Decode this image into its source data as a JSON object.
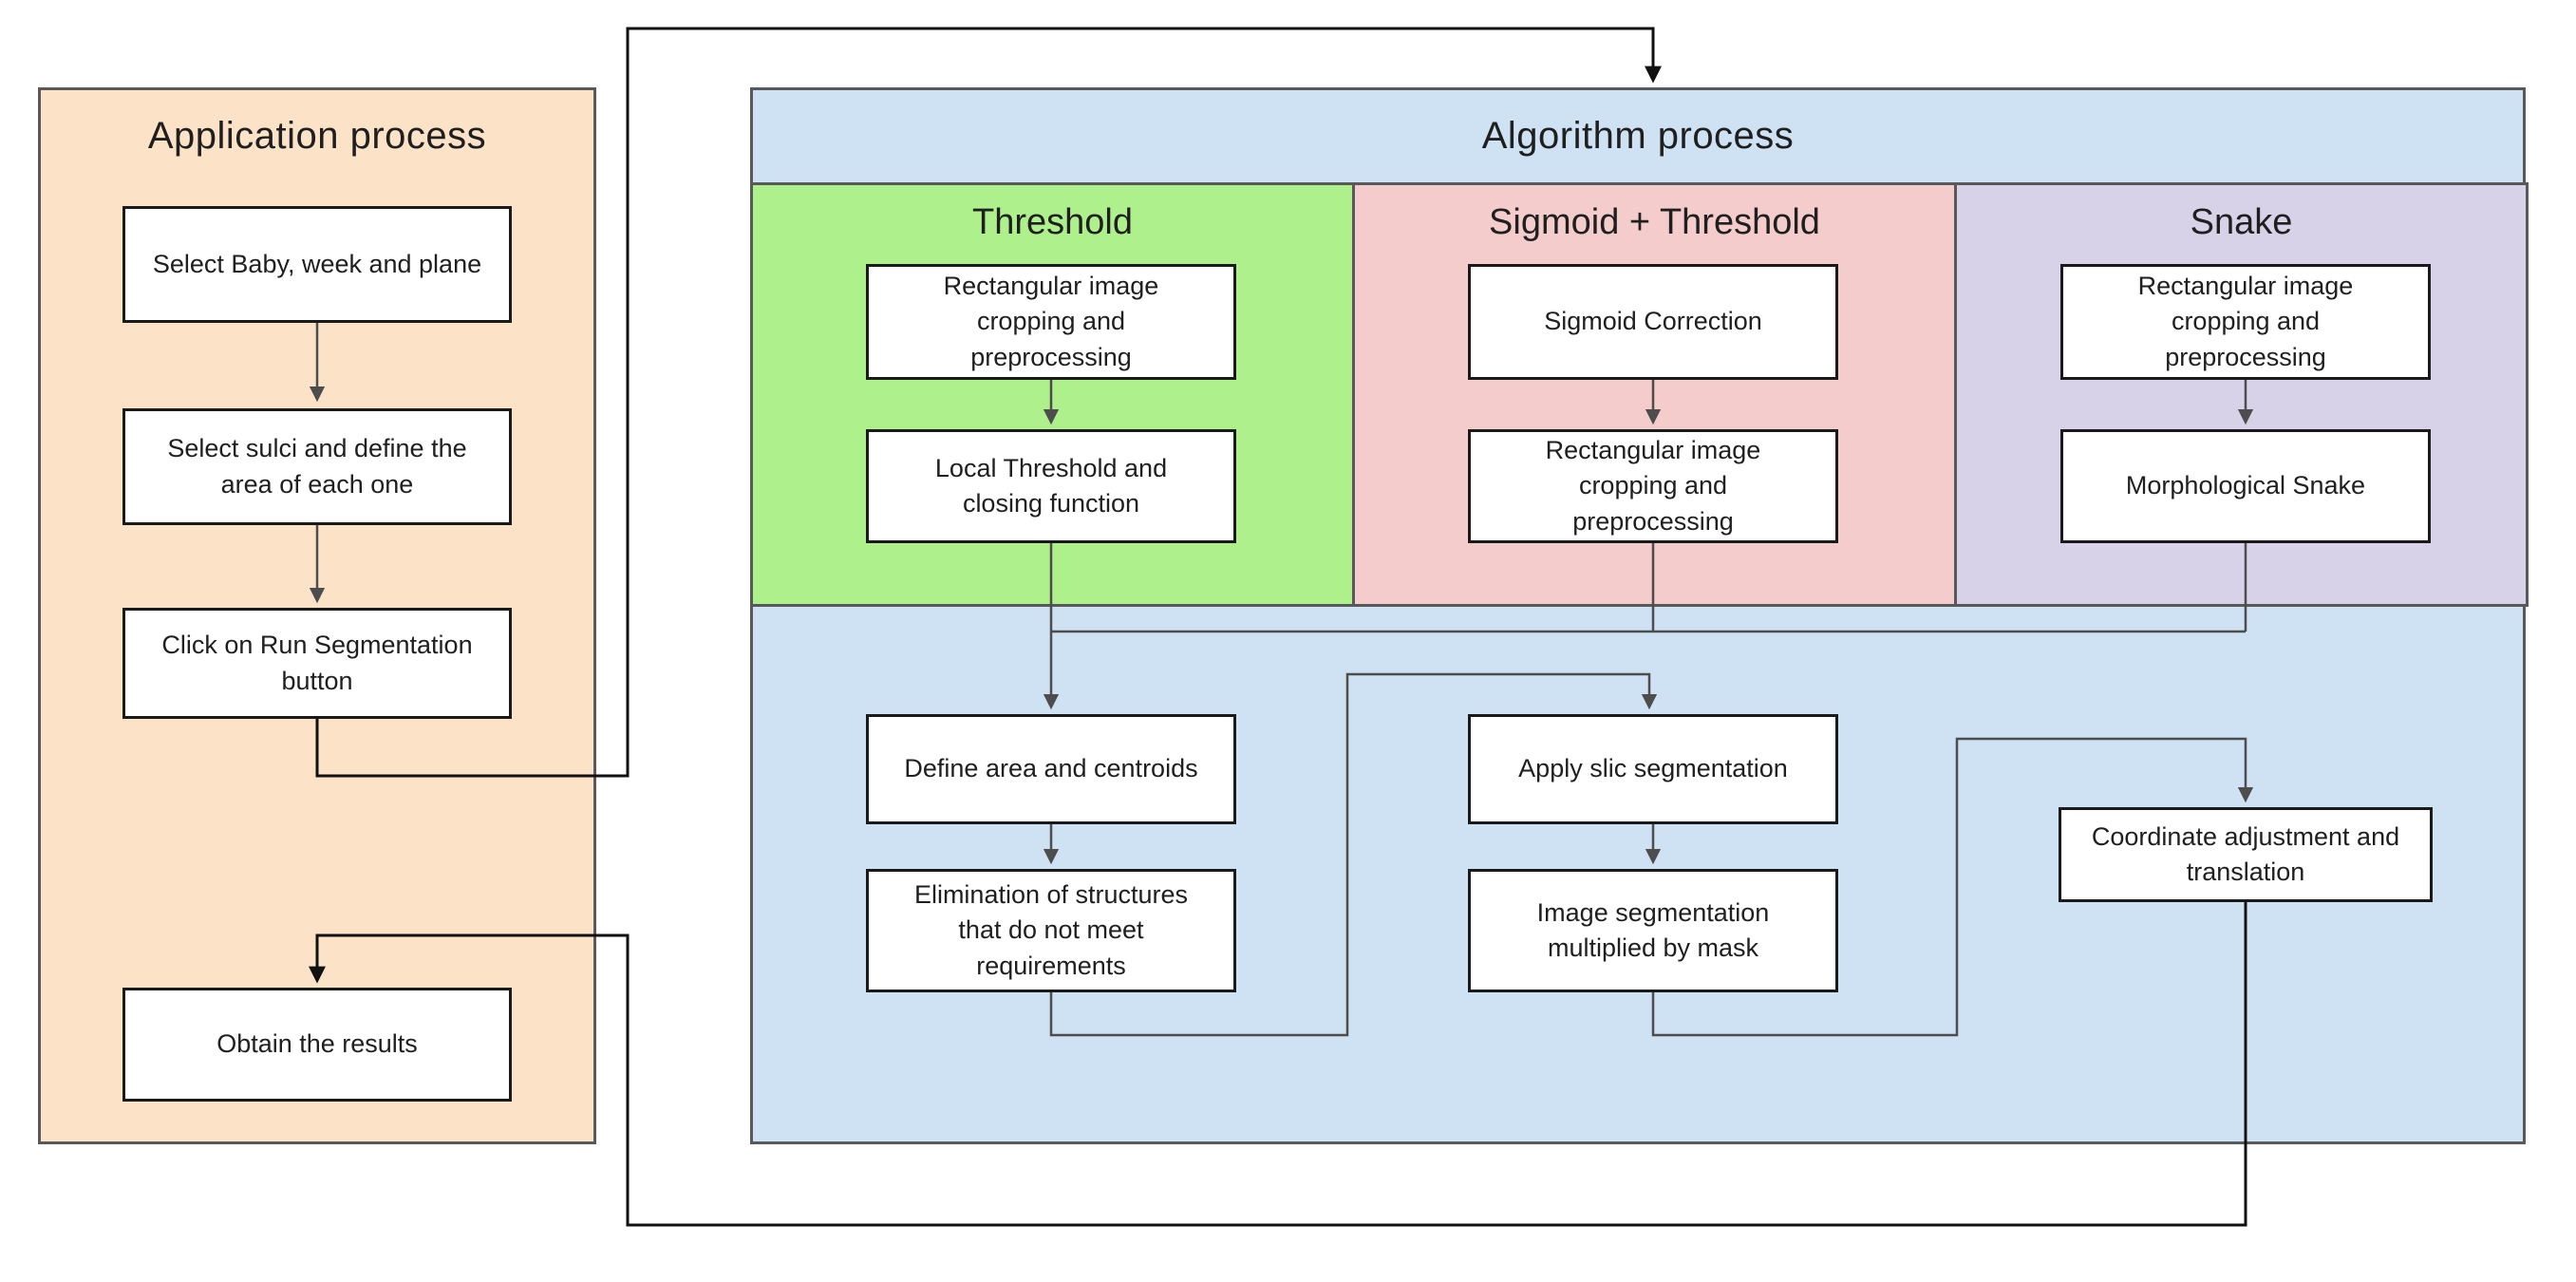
{
  "colors": {
    "canvas_bg": "#ffffff",
    "app_panel": "#fce3c8",
    "algo_panel": "#cfe2f3",
    "threshold_section": "#aef18c",
    "sigmoid_section": "#f4cccc",
    "snake_section": "#d8d2e8",
    "node_bg": "#ffffff",
    "node_border": "#1a1a1a",
    "panel_border": "#595959",
    "connector": "#4d4d4d",
    "external_connector": "#111111",
    "text": "#1f1f1f"
  },
  "application": {
    "title": "Application process",
    "steps": [
      {
        "label": "Select Baby, week and plane"
      },
      {
        "label": "Select sulci and define the area of each one"
      },
      {
        "label": "Click on Run Segmentation button"
      },
      {
        "label": "Obtain the results"
      }
    ]
  },
  "algorithm": {
    "title": "Algorithm process",
    "sections": [
      {
        "title": "Threshold",
        "steps": [
          {
            "label": "Rectangular image cropping and preprocessing"
          },
          {
            "label": "Local Threshold and closing function"
          }
        ]
      },
      {
        "title": "Sigmoid + Threshold",
        "steps": [
          {
            "label": "Sigmoid Correction"
          },
          {
            "label": "Rectangular image cropping and preprocessing"
          }
        ]
      },
      {
        "title": "Snake",
        "steps": [
          {
            "label": "Rectangular image cropping and preprocessing"
          },
          {
            "label": "Morphological Snake"
          }
        ]
      }
    ],
    "merge_steps": [
      {
        "label": "Define area and centroids"
      },
      {
        "label": "Elimination of structures that do not meet requirements"
      },
      {
        "label": "Apply slic segmentation"
      },
      {
        "label": "Image segmentation multiplied by mask"
      },
      {
        "label": "Coordinate adjustment and translation"
      }
    ]
  }
}
